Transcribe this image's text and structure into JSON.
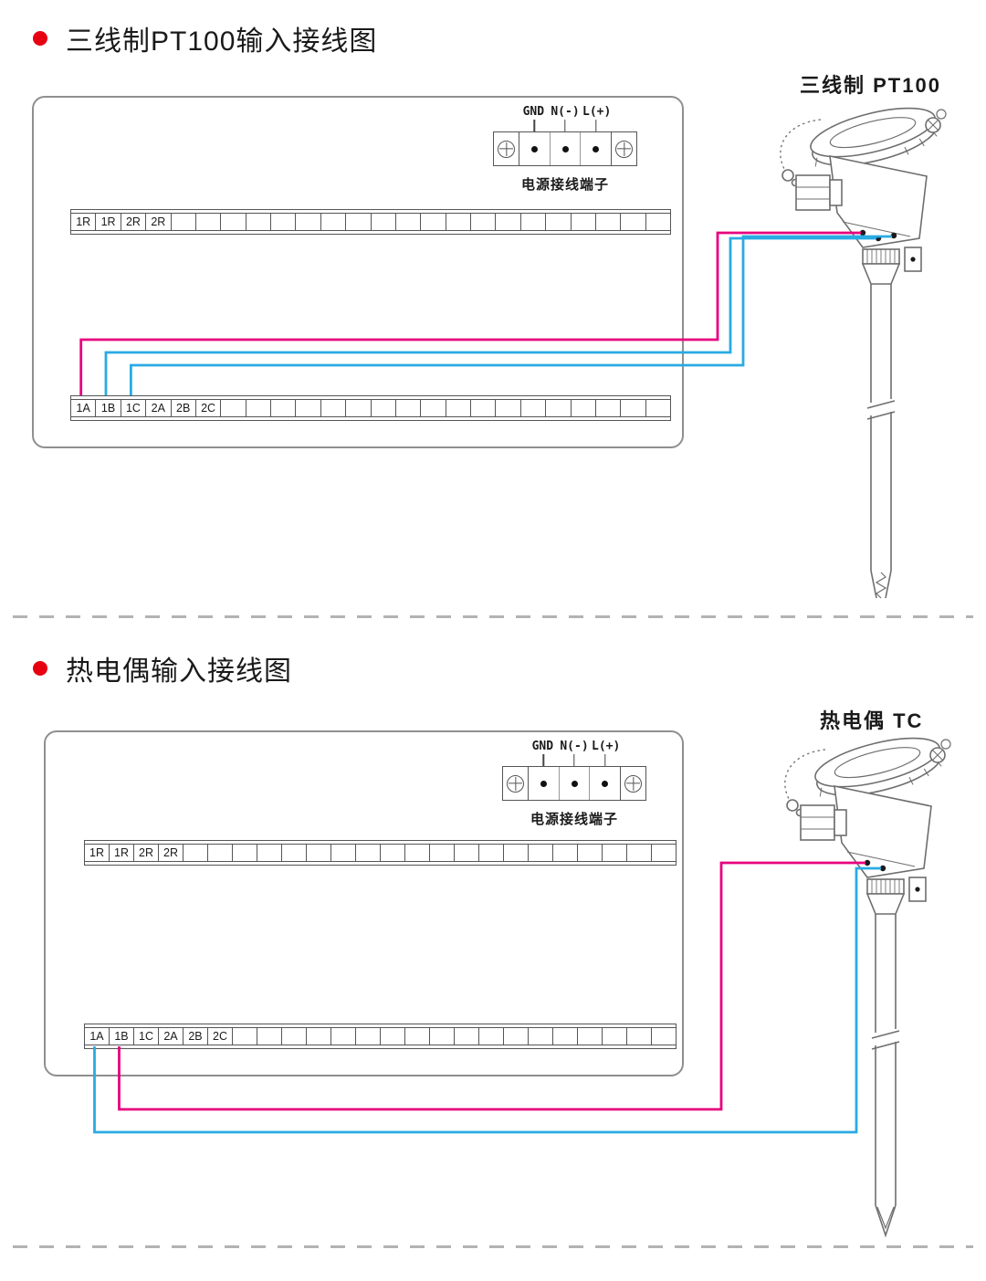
{
  "colors": {
    "wire-pink": "#E6007E",
    "wire-blue": "#29ABE2",
    "bullet-red": "#E60012"
  },
  "section1": {
    "title": "三线制PT100输入接线图",
    "sensor_label": "三线制 PT100",
    "power": {
      "labels": [
        "GND",
        "N(-)",
        "L(+)"
      ],
      "caption": "电源接线端子"
    },
    "strip_top": [
      "1R",
      "1R",
      "2R",
      "2R",
      "",
      "",
      "",
      "",
      "",
      "",
      "",
      "",
      "",
      "",
      "",
      "",
      "",
      "",
      "",
      "",
      "",
      "",
      "",
      ""
    ],
    "strip_bottom": [
      "1A",
      "1B",
      "1C",
      "2A",
      "2B",
      "2C",
      "",
      "",
      "",
      "",
      "",
      "",
      "",
      "",
      "",
      "",
      "",
      "",
      "",
      "",
      "",
      "",
      "",
      ""
    ]
  },
  "section2": {
    "title": "热电偶输入接线图",
    "sensor_label": "热电偶 TC",
    "power": {
      "labels": [
        "GND",
        "N(-)",
        "L(+)"
      ],
      "caption": "电源接线端子"
    },
    "strip_top": [
      "1R",
      "1R",
      "2R",
      "2R",
      "",
      "",
      "",
      "",
      "",
      "",
      "",
      "",
      "",
      "",
      "",
      "",
      "",
      "",
      "",
      "",
      "",
      "",
      "",
      ""
    ],
    "strip_bottom": [
      "1A",
      "1B",
      "1C",
      "2A",
      "2B",
      "2C",
      "",
      "",
      "",
      "",
      "",
      "",
      "",
      "",
      "",
      "",
      "",
      "",
      "",
      "",
      "",
      "",
      "",
      ""
    ]
  }
}
